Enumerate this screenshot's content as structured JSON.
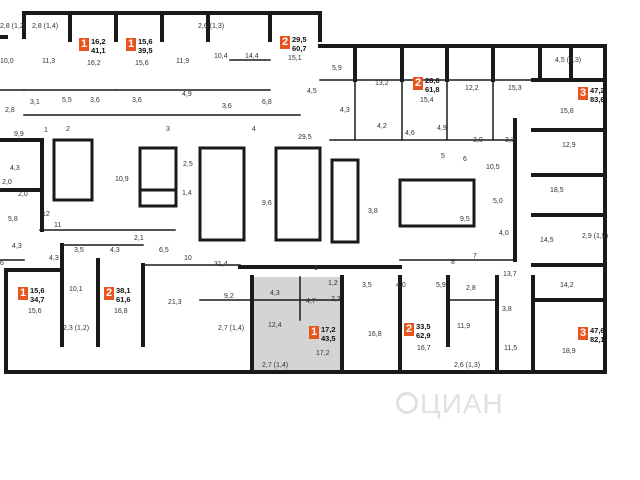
{
  "room_labels": [
    "2,8 (1,4)",
    "2,6 (1,3)",
    "10,0",
    "11,3",
    "16,2",
    "15,6",
    "11,9",
    "10,4",
    "14,4",
    "15,1",
    "5,9",
    "13,2",
    "12,2",
    "15,3",
    "4,5 (2,3)",
    "15,8",
    "2,8",
    "3,1",
    "5,5",
    "3,6",
    "3,6",
    "4,9",
    "3,6",
    "6,8",
    "4,5",
    "4,3",
    "15,4",
    "4,2",
    "4,6",
    "4,9",
    "3,0",
    "3,3",
    "12,9",
    "9,9",
    "29,5",
    "10,5",
    "4,3",
    "2,0",
    "10,9",
    "2,5",
    "1,4",
    "9,6",
    "3,8",
    "18,5",
    "2,0",
    "5,8",
    "5,0",
    "9,5",
    "4,3",
    "4,3",
    "3,5",
    "4,3",
    "2,1",
    "6,5",
    "4,0",
    "14,5",
    "2,9 (1,5)",
    "6",
    "10",
    "31,4",
    "13,7",
    "10,1",
    "21,3",
    "9,2",
    "4,3",
    "4,7",
    "1,2",
    "2,3",
    "3,5",
    "4,0",
    "5,9",
    "2,8",
    "14,2",
    "15,6",
    "16,8",
    "2,3 (1,2)",
    "2,7 (1,4)",
    "12,4",
    "16,8",
    "11,9",
    "3,8",
    "11,5",
    "17,2",
    "16,7",
    "2,6 (1,3)",
    "18,9",
    "2,7 (1,4)",
    "1",
    "2",
    "3",
    "4",
    "5",
    "6",
    "7",
    "8",
    "9",
    "11",
    "12",
    "2,8 (1,2)"
  ],
  "apartments": [
    {
      "rooms": "1",
      "area": "16,2",
      "total": "41,1"
    },
    {
      "rooms": "1",
      "area": "15,6",
      "total": "39,5"
    },
    {
      "rooms": "2",
      "area": "29,5",
      "total": "60,7"
    },
    {
      "rooms": "2",
      "area": "28,6",
      "total": "61,8"
    },
    {
      "rooms": "3",
      "area": "47,2",
      "total": "83,6"
    },
    {
      "rooms": "1",
      "area": "15,6",
      "total": "34,7"
    },
    {
      "rooms": "2",
      "area": "38,1",
      "total": "61,6"
    },
    {
      "rooms": "1",
      "area": "17,2",
      "total": "43,5"
    },
    {
      "rooms": "2",
      "area": "33,5",
      "total": "62,9"
    },
    {
      "rooms": "3",
      "area": "47,6",
      "total": "82,1"
    }
  ],
  "watermark": "ЦИАН",
  "colors": {
    "wall": "#1a1a1a",
    "highlight": "#d4d4d4",
    "badge": "#e8551c"
  }
}
